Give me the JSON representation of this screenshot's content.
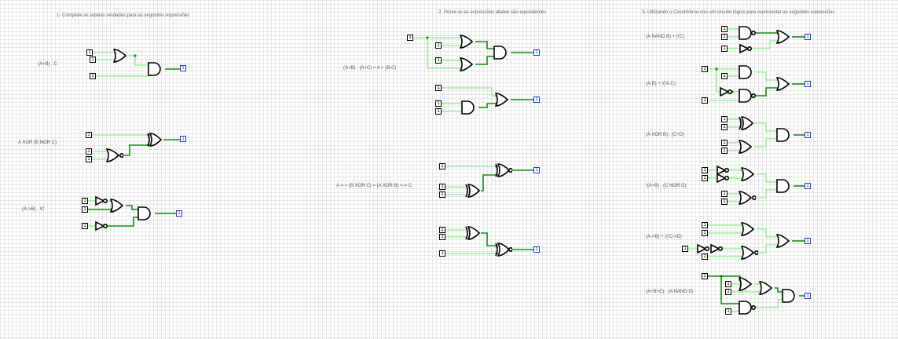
{
  "sections": [
    {
      "id": "s1",
      "title": "1- Complete as tabelas verdades para as seguintes expressões"
    },
    {
      "id": "s2",
      "title": "2- Prove se as expressões abaixo são equivalentes"
    },
    {
      "id": "s3",
      "title": "3- Utilizando o CircuitVerse crie um circuito lógico para representar as seguintes expressões"
    }
  ],
  "expressions": {
    "s1": [
      "(A+B) . C",
      "A XOR (B NOR C)",
      "(A->B) . !C"
    ],
    "s2": [
      "(A+B) . (A+C) = A + (B.C)",
      "A <-> (B XOR C) = (A XOR B) <-> C"
    ],
    "s3": [
      "(A NAND B) + (!C)",
      "(A.B) + !(!A.C)",
      "(A XOR B) . (C+D)",
      "!(A+B) . (C NOR D)",
      "(A->B) + !(!C->D)",
      "(A+B+C) . (A NAND D)"
    ]
  },
  "pins": {
    "input_value": "1",
    "output_value": "1"
  },
  "colors": {
    "wire_on": "#90ee90",
    "wire_active": "#1a8a1a",
    "input_border": "#000000",
    "output_border": "#1c3ccf",
    "grid": "#e6e6e6"
  }
}
